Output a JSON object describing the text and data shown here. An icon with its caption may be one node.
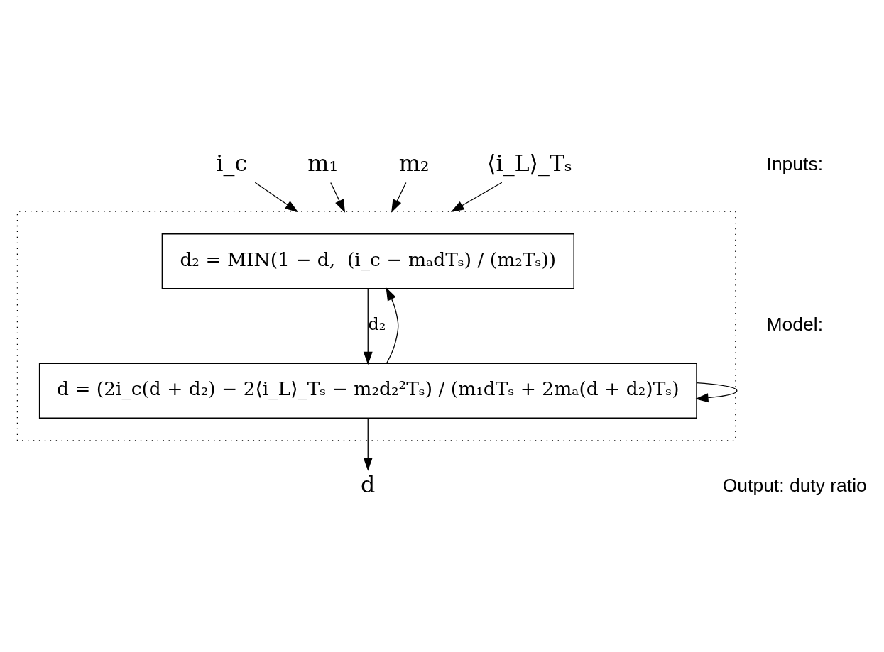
{
  "diagram": {
    "nodes": [
      {
        "text": [
          "i_c"
        ]
      },
      {
        "text": [
          "m₁"
        ]
      },
      {
        "text": [
          "m₂"
        ]
      },
      {
        "text": [
          "⟨i_L⟩_Tₛ"
        ]
      },
      {
        "text": [],
        "shape": "box"
      },
      {
        "text": [
          "d₂ = MIN(1 − d,  (i_c − mₐdTₛ) / (m₂Tₛ))"
        ],
        "in": 4
      },
      {
        "text": [
          "d = (2i_c(d + d₂) − 2⟨i_L⟩_Tₛ − m₂d₂²Tₛ) / (m₁dTₛ + 2mₐ(d + d₂)Tₛ)"
        ],
        "in": 4
      },
      {
        "text": [
          "d"
        ]
      }
    ],
    "edges": [
      {
        "from": 0,
        "to": 4,
        "arrow": "to"
      },
      {
        "from": 1,
        "to": 4,
        "arrow": "to"
      },
      {
        "from": 2,
        "to": 4,
        "arrow": "to"
      },
      {
        "from": 3,
        "to": 4,
        "arrow": "to"
      },
      {
        "from": 5,
        "to": 6,
        "arrow": "to",
        "label": "d₂"
      },
      {
        "from": 6,
        "to": 5,
        "arrow": "to"
      },
      {
        "from": 6,
        "to": 6,
        "arrow": "to"
      },
      {
        "from": 6,
        "to": 7,
        "arrow": "to"
      }
    ],
    "labels": [
      "Inputs:",
      "Model:",
      "Output: duty ratio"
    ]
  }
}
